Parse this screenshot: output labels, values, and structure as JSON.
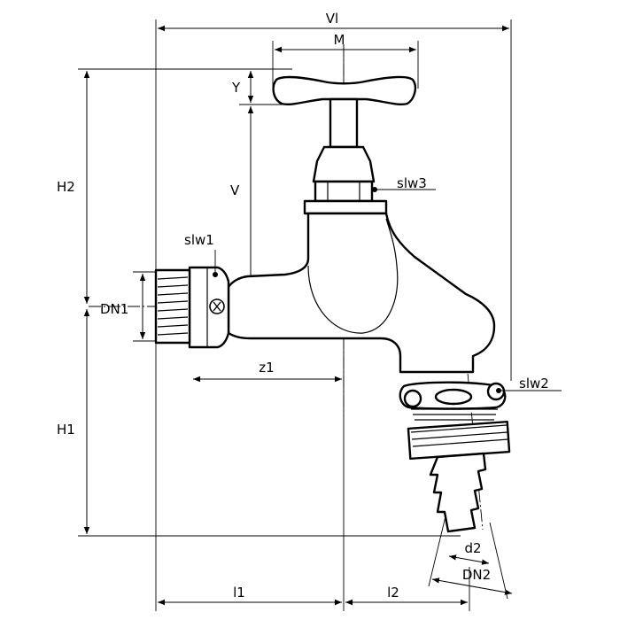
{
  "labels": {
    "vl": "Vl",
    "m": "M",
    "y": "Y",
    "v": "V",
    "h2": "H2",
    "h1": "H1",
    "dn1": "DN1",
    "slw1": "slw1",
    "slw2": "slw2",
    "slw3": "slw3",
    "z1": "z1",
    "l1": "l1",
    "l2": "l2",
    "d2": "d2",
    "dn2": "DN2"
  }
}
